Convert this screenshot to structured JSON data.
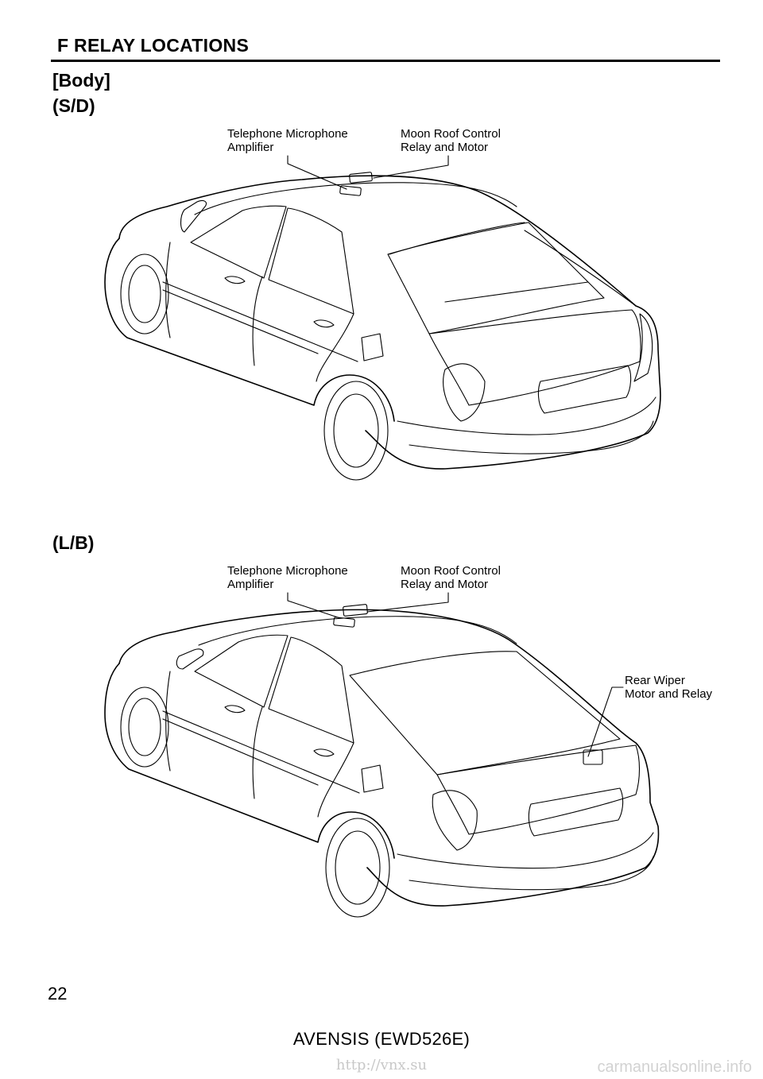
{
  "page": {
    "section_title": "F  RELAY LOCATIONS",
    "page_number": "22",
    "footer_model": "AVENSIS (EWD526E)",
    "footer_url": "http://vnx.su",
    "watermark": "carmanualsonline.info"
  },
  "body_heading": "[Body]",
  "figures": {
    "sedan": {
      "heading": "(S/D)",
      "labels": {
        "telephone": "Telephone Microphone\nAmplifier",
        "moonroof": "Moon Roof Control\nRelay and Motor"
      }
    },
    "liftback": {
      "heading": "(L/B)",
      "labels": {
        "telephone": "Telephone Microphone\nAmplifier",
        "moonroof": "Moon Roof Control\nRelay and Motor",
        "rear_wiper": "Rear Wiper\nMotor and Relay"
      }
    }
  }
}
